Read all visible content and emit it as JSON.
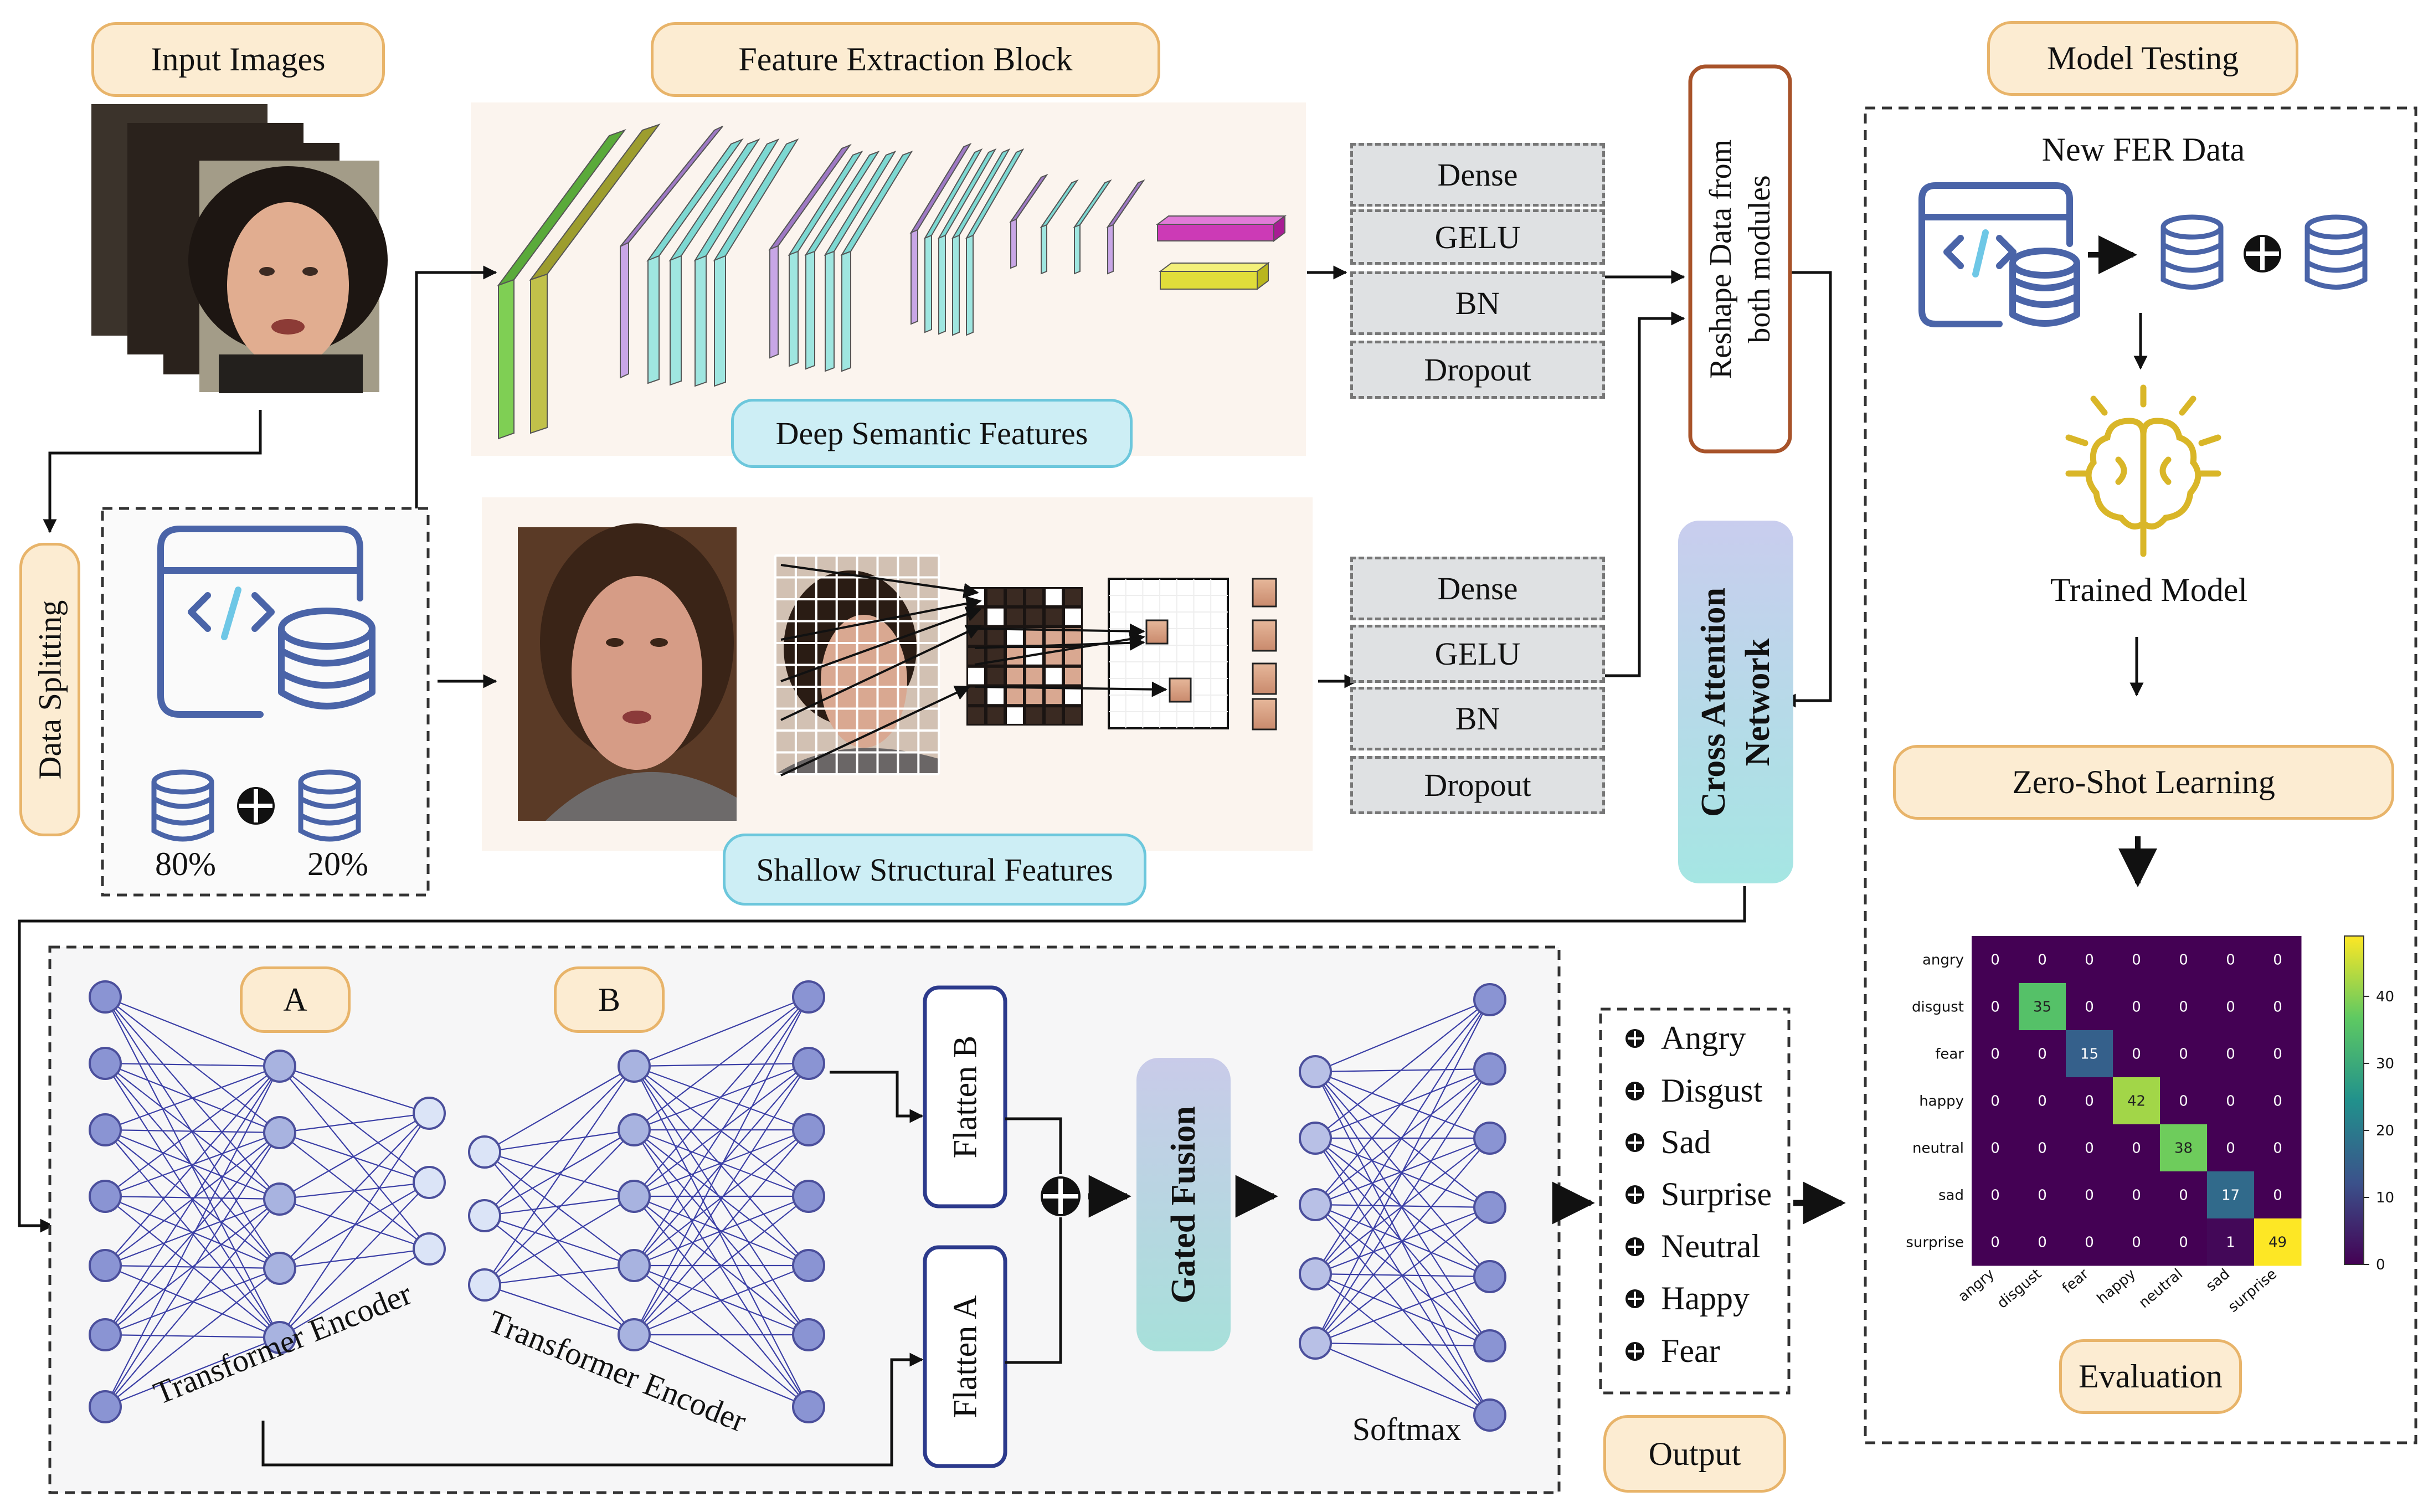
{
  "titles": {
    "input_images": "Input Images",
    "feature_extraction": "Feature Extraction Block",
    "model_testing": "Model Testing",
    "data_splitting": "Data Splitting",
    "deep_semantic": "Deep Semantic Features",
    "shallow_structural": "Shallow Structural Features",
    "reshape_line1": "Reshape Data from",
    "reshape_line2": "both modules",
    "cross_attention_line1": "Cross Attention",
    "cross_attention_line2": "Network",
    "output": "Output",
    "new_fer_data": "New FER Data",
    "trained_model": "Trained Model",
    "zero_shot": "Zero-Shot Learning",
    "evaluation": "Evaluation"
  },
  "split": {
    "train": "80%",
    "test": "20%"
  },
  "layers_top": [
    "Dense",
    "GELU",
    "BN",
    "Dropout"
  ],
  "layers_bottom": [
    "Dense",
    "GELU",
    "BN",
    "Dropout"
  ],
  "transformer": {
    "label_a": "A",
    "label_b": "B",
    "encoder_a": "Transformer Encoder",
    "encoder_b": "Transformer Encoder",
    "flatten_b": "Flatten B",
    "flatten_a": "Flatten A",
    "gated_fusion": "Gated Fusion",
    "softmax": "Softmax"
  },
  "output_classes": [
    "Angry",
    "Disgust",
    "Sad",
    "Surprise",
    "Neutral",
    "Happy",
    "Fear"
  ],
  "colors": {
    "pill_fill": "#fcecd2",
    "pill_border": "#e8b46a",
    "blue_pill_fill": "#cdeef5",
    "node_fill": "#a8b3de",
    "node_stroke": "#4b4f9c",
    "edge": "#3b3fa6",
    "icon_blue": "#4a64a8",
    "brain_gold": "#d9b628"
  },
  "chart_data": {
    "type": "heatmap",
    "categories": [
      "angry",
      "disgust",
      "fear",
      "happy",
      "neutral",
      "sad",
      "surprise"
    ],
    "matrix": [
      [
        0,
        0,
        0,
        0,
        0,
        0,
        0
      ],
      [
        0,
        35,
        0,
        0,
        0,
        0,
        0
      ],
      [
        0,
        0,
        15,
        0,
        0,
        0,
        0
      ],
      [
        0,
        0,
        0,
        42,
        0,
        0,
        0
      ],
      [
        0,
        0,
        0,
        0,
        38,
        0,
        0
      ],
      [
        0,
        0,
        0,
        0,
        0,
        17,
        0
      ],
      [
        0,
        0,
        0,
        0,
        0,
        1,
        49
      ]
    ],
    "colorbar_ticks": [
      0,
      10,
      20,
      30,
      40
    ],
    "colorbar_range": [
      0,
      49
    ]
  }
}
